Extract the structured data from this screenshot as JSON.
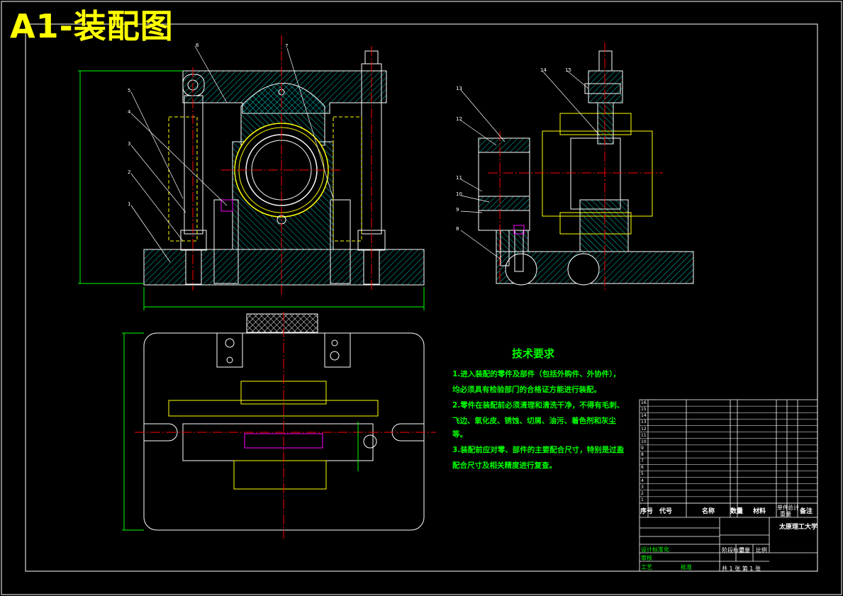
{
  "sheet": {
    "title": "A1-装配图"
  },
  "tech_requirements": {
    "title": "技术要求",
    "items": [
      "1.进入装配的零件及部件（包括外购件、外协件），",
      "均必须具有检验部门的合格证方能进行装配。",
      "2.零件在装配前必须清理和清洗干净，不得有毛刺、",
      "飞边、氧化皮、锈蚀、切屑、油污、着色剂和灰尘等。",
      "3.装配前应对零、部件的主要配合尺寸，特别是过盈",
      "配合尺寸及相关精度进行复查。"
    ]
  },
  "title_block": {
    "school": "太原理工大学",
    "header": [
      "序号",
      "代号",
      "名称",
      "数量",
      "材料",
      "单件",
      "总计",
      "重量",
      "备注"
    ],
    "part_numbers": [
      "16",
      "15",
      "14",
      "13",
      "12",
      "11",
      "10",
      "9",
      "8",
      "7",
      "6",
      "5",
      "4",
      "3",
      "2",
      "1"
    ],
    "sheet_info": "共 1 张  第 1 张",
    "labels": [
      "设计",
      "标准化",
      "审核",
      "工艺",
      "批准",
      "阶段标记",
      "重量",
      "比例"
    ]
  },
  "callouts": [
    "6",
    "7",
    "5",
    "4",
    "3",
    "2",
    "1",
    "14",
    "15",
    "13",
    "12",
    "11",
    "10",
    "9",
    "8"
  ],
  "colors": {
    "outline": "#ffffff",
    "center": "#ff0000",
    "hatch": "#00d0d0",
    "dimension": "#00ff00",
    "hidden": "#ffff00",
    "accent": "#ff00ff"
  }
}
